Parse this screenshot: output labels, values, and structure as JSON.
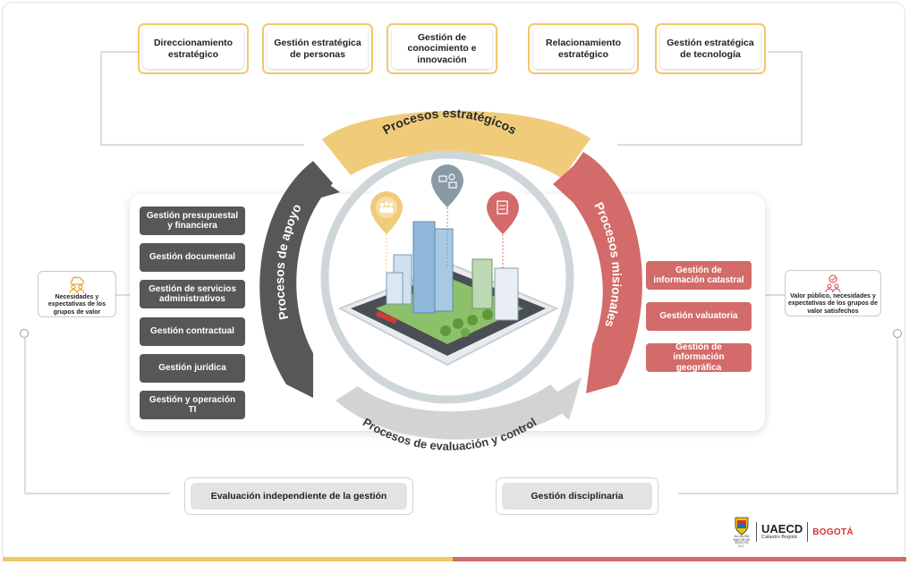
{
  "strategic": {
    "label": "Procesos estratégicos",
    "items": [
      {
        "label": "Direccionamiento estratégico"
      },
      {
        "label": "Gestión estratégica de personas"
      },
      {
        "label": "Gestión de conocimiento e innovación"
      },
      {
        "label": "Relacionamiento estratégico"
      },
      {
        "label": "Gestión estratégica de tecnología"
      }
    ]
  },
  "support": {
    "label": "Procesos de apoyo",
    "items": [
      {
        "label": "Gestión presupuestal y financiera"
      },
      {
        "label": "Gestión documental"
      },
      {
        "label": "Gestión de servicios administrativos"
      },
      {
        "label": "Gestión contractual"
      },
      {
        "label": "Gestión jurídica"
      },
      {
        "label": "Gestión y operación TI"
      }
    ]
  },
  "missional": {
    "label": "Procesos misionales",
    "items": [
      {
        "label": "Gestión de información catastral"
      },
      {
        "label": "Gestión valuatoria"
      },
      {
        "label": "Gestión de información geográfica"
      }
    ]
  },
  "evaluation": {
    "label": "Procesos de evaluación y control",
    "items": [
      {
        "label": "Evaluación independiente de la gestión"
      },
      {
        "label": "Gestión disciplinaria"
      }
    ]
  },
  "input": {
    "label": "Necesidades y expectativas de los grupos de valor",
    "icon": "people-cloud-icon"
  },
  "output": {
    "label": "Valor público, necesidades y expectativas de los grupos de valor satisfechos",
    "icon": "people-check-icon"
  },
  "logos": {
    "org_small": "ALCALDÍA MAYOR DE BOGOTÁ D.C.",
    "uaecd": "UAECD",
    "uaecd_sub": "Catastro Bogotá",
    "bogota": "BOGOTÁ"
  },
  "colors": {
    "strategic": "#f0cc7a",
    "support": "#575757",
    "missional": "#d26b69",
    "evaluation": "#c9c9c9",
    "bottom_left": "#f0c868",
    "bottom_right": "#d26b69"
  }
}
